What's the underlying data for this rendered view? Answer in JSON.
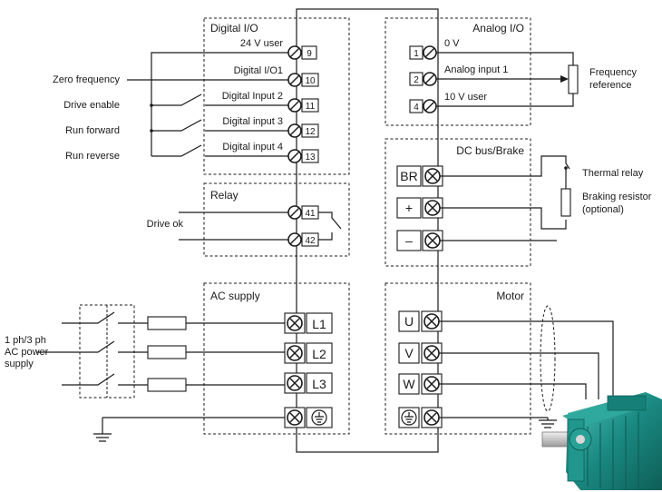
{
  "digital_io": {
    "title": "Digital  I/O",
    "terminals": [
      {
        "num": "9",
        "label": "24 V user"
      },
      {
        "num": "10",
        "label": "Digital I/O1"
      },
      {
        "num": "11",
        "label": "Digital Input 2"
      },
      {
        "num": "12",
        "label": "Digital input 3"
      },
      {
        "num": "13",
        "label": "Digital input 4"
      }
    ],
    "external": [
      "Zero  frequency",
      "Drive  enable",
      "Run  forward",
      "Run  reverse"
    ]
  },
  "relay": {
    "title": "Relay",
    "terminals": [
      "41",
      "42"
    ],
    "external": "Drive ok"
  },
  "ac_supply": {
    "title": "AC  supply",
    "terminals": [
      "L1",
      "L2",
      "L3"
    ],
    "external": [
      "1 ph/3 ph",
      "AC power",
      "supply"
    ]
  },
  "analog_io": {
    "title": "Analog  I/O",
    "terminals": [
      {
        "num": "1",
        "label": "0 V"
      },
      {
        "num": "2",
        "label": "Analog input 1"
      },
      {
        "num": "4",
        "label": "10 V user"
      }
    ],
    "external": [
      "Frequency",
      "reference"
    ]
  },
  "dc_bus": {
    "title": "DC  bus/Brake",
    "terminals": [
      "BR",
      "+",
      "–"
    ],
    "external": {
      "thermal_relay": "Thermal  relay",
      "braking_resistor": [
        "Braking  resistor",
        "(optional)"
      ]
    }
  },
  "motor": {
    "title": "Motor",
    "terminals": [
      "U",
      "V",
      "W"
    ],
    "motor_color": "#1a8a82"
  }
}
